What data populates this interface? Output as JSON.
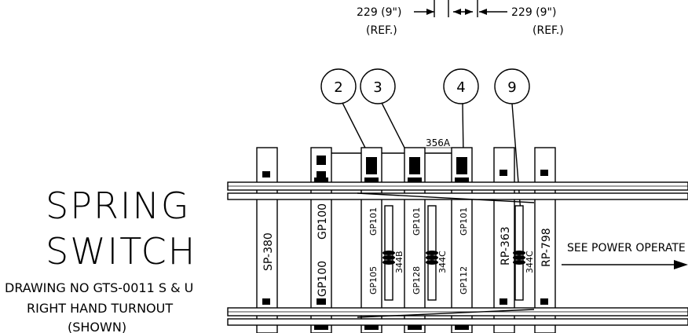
{
  "dimensions": {
    "left": "229 (9\")",
    "left_ref": "(REF.)",
    "right": "229 (9\")",
    "right_ref": "(REF.)"
  },
  "callouts": [
    "2",
    "3",
    "4",
    "9"
  ],
  "main_label": "356A",
  "title": {
    "line1": "SPRING",
    "line2": "SWITCH"
  },
  "notes": {
    "drawing_no": "DRAWING NO GTS-0011 S & U",
    "turnout": "RIGHT HAND TURNOUT",
    "shown": "(SHOWN)"
  },
  "see_power": "SEE POWER OPERATE",
  "plate_labels": {
    "sp380": "SP-380",
    "gp100_a": "GP100",
    "gp100_b": "GP100",
    "gp101_a": "GP101",
    "gp105": "GP105",
    "gp101_b": "GP101",
    "gp128": "GP128",
    "gp101_c": "GP101",
    "gp112": "GP112",
    "rp363": "RP-363",
    "rp798": "RP-798"
  },
  "clip_labels": {
    "a": "344B",
    "b": "344C",
    "c": "344C"
  }
}
